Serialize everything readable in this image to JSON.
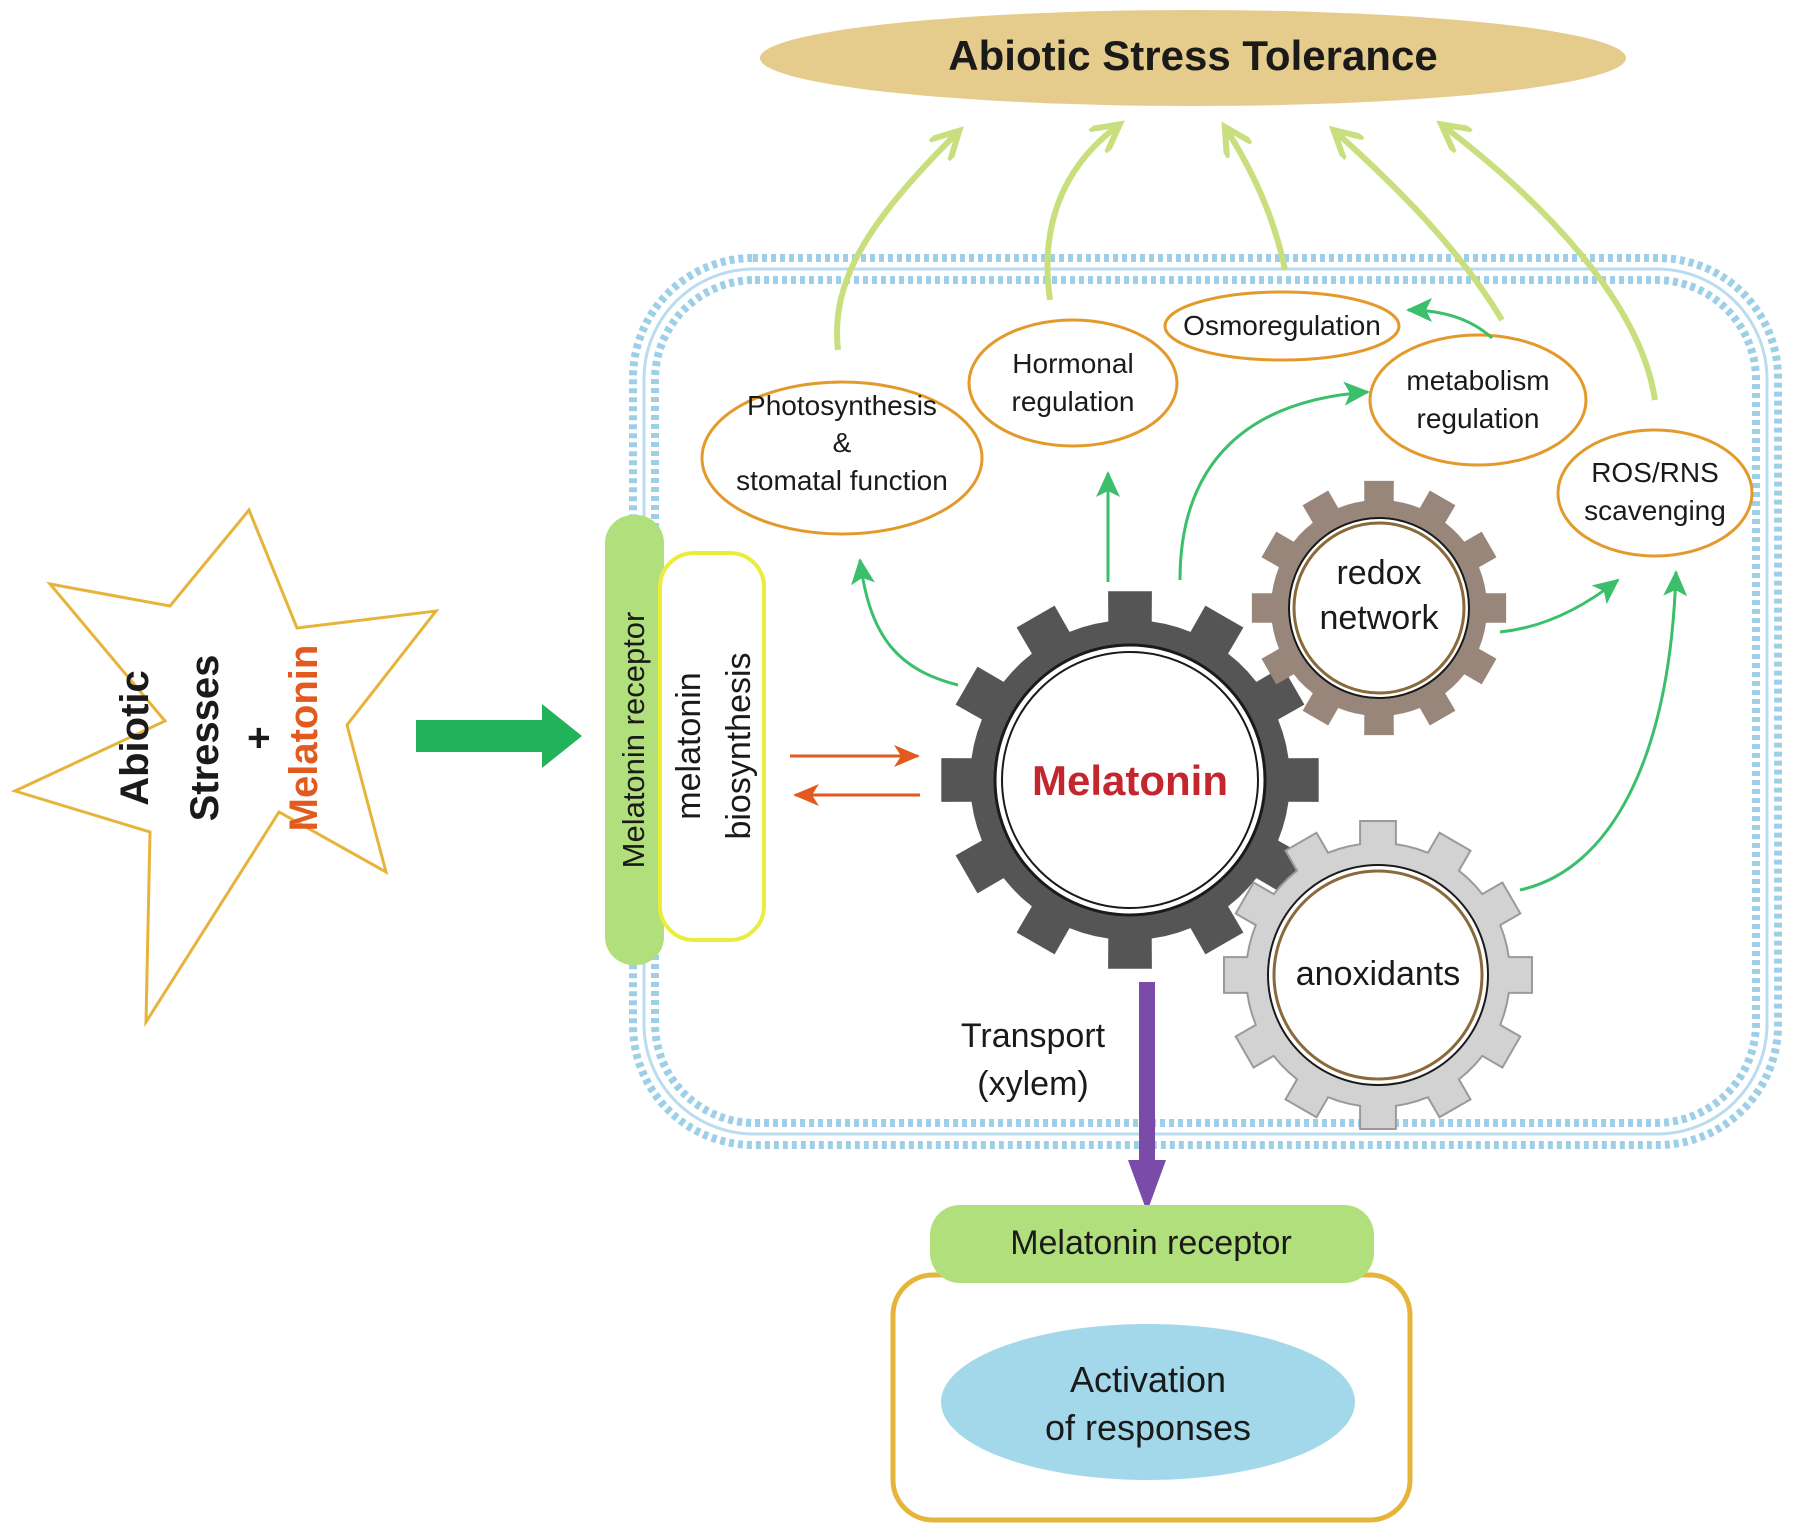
{
  "title": "Abiotic Stress Tolerance",
  "star": {
    "line1": "Abiotic",
    "line2": "Stresses",
    "plus": "+",
    "line3": "Melatonin"
  },
  "cell": {
    "receptor_left": "Melatonin receptor",
    "biosynthesis_line1": "melatonin",
    "biosynthesis_line2": "biosynthesis",
    "center_gear": "Melatonin",
    "redox_line1": "redox",
    "redox_line2": "network",
    "antioxidants": "anoxidants",
    "transport_line1": "Transport",
    "transport_line2": "(xylem)"
  },
  "processes": {
    "photosynthesis_line1": "Photosynthesis",
    "photosynthesis_line2": "&",
    "photosynthesis_line3": "stomatal function",
    "hormonal_line1": "Hormonal",
    "hormonal_line2": "regulation",
    "osmoregulation": "Osmoregulation",
    "metabolism_line1": "metabolism",
    "metabolism_line2": "regulation",
    "ros_line1": "ROS/RNS",
    "ros_line2": "scavenging"
  },
  "target": {
    "receptor": "Melatonin receptor",
    "activation_line1": "Activation",
    "activation_line2": "of responses"
  },
  "colors": {
    "title_fill": "#e6cc8c",
    "membrane": "#9dd0e8",
    "process_stroke": "#e39a2a",
    "green_arrow": "#3cbf6a",
    "light_green_arrow": "#c9de7c",
    "star_stroke": "#e6b43a",
    "orange_arrow": "#e35a1e",
    "receptor_fill": "#b1df7c",
    "biosynthesis_stroke": "#ecec3c",
    "main_gear": "#555555",
    "redox_gear": "#98867a",
    "antioxidant_gear": "#d2d2d2",
    "melatonin_red": "#c4262e",
    "star_melatonin": "#e35a1e",
    "transport_arrow": "#7a4ba8",
    "activation_fill": "#a3d8ea",
    "target_box_stroke": "#e6b43a"
  }
}
